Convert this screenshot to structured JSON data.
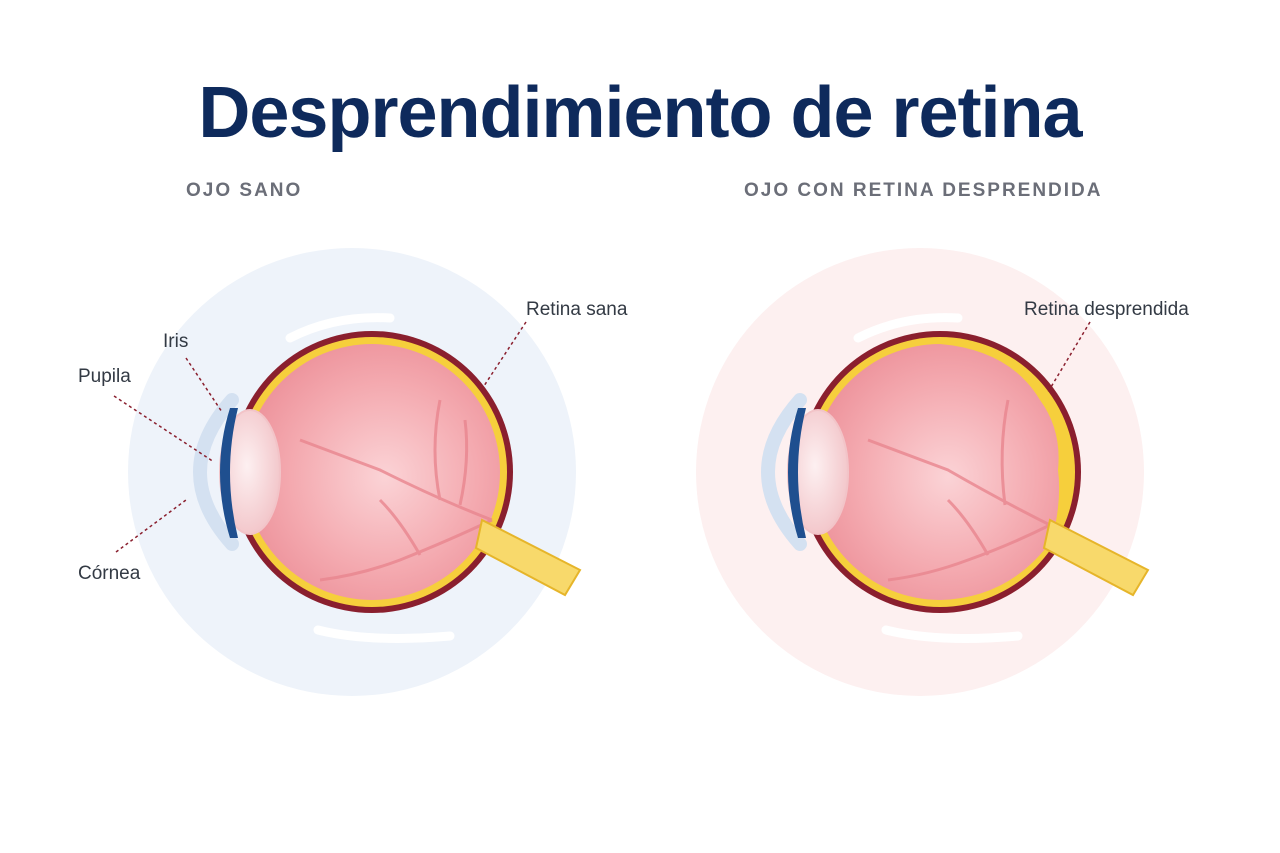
{
  "title": "Desprendimiento de retina",
  "panels": {
    "healthy": {
      "heading": "OJO SANO",
      "labels": {
        "iris": "Iris",
        "pupila": "Pupila",
        "cornea": "Córnea",
        "retina": "Retina sana"
      }
    },
    "detached": {
      "heading": "OJO CON RETINA DESPRENDIDA",
      "labels": {
        "retina": "Retina desprendida"
      }
    }
  },
  "colors": {
    "title": "#0e2a5c",
    "heading": "#6b6e78",
    "halo_healthy": "#eef3fa",
    "halo_detached": "#fdf0f0",
    "eye_inner": "#f4a8ae",
    "sclera": "#8a1f2e",
    "retina": "#f6cf3c",
    "iris": "#1f4f8f",
    "optic_nerve": "#f8d96b"
  }
}
